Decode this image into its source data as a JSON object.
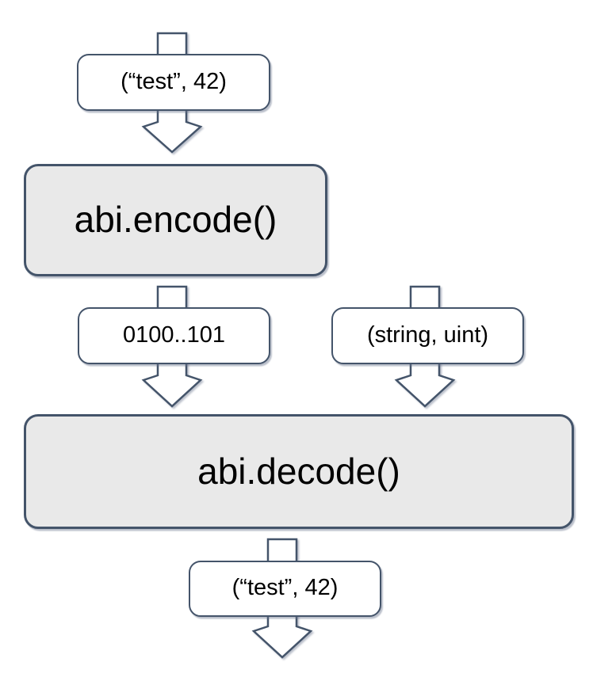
{
  "colors": {
    "stroke": "#44546A",
    "node_fill": "#FFFFFF",
    "process_fill": "#E9E9E9",
    "text": "#000000",
    "background": "#FFFFFF"
  },
  "nodes": {
    "input_tuple": {
      "label": "(“test”, 42)"
    },
    "encode": {
      "label": "abi.encode()"
    },
    "encoded_bytes": {
      "label": "0100..101"
    },
    "types": {
      "label": "(string, uint)"
    },
    "decode": {
      "label": "abi.decode()"
    },
    "output_tuple": {
      "label": "(“test”, 42)"
    }
  }
}
